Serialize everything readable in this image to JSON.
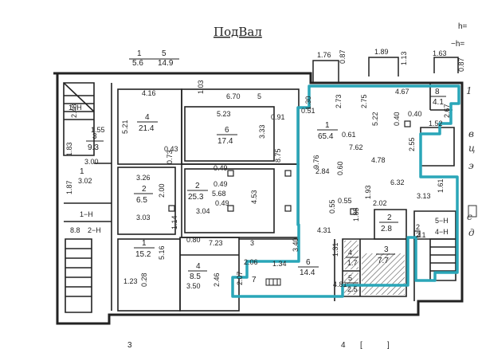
{
  "title": "ПодВал",
  "header_left": {
    "num_top": [
      "1",
      "5"
    ],
    "num_bottom": [
      "5.6",
      "14.9"
    ]
  },
  "header_right": [
    "h=",
    "−h="
  ],
  "top_dims": [
    "1.76",
    "0.87",
    "1.89",
    "1.13",
    "1.63",
    "0.87"
  ],
  "rooms": [
    {
      "id": "r1",
      "num": "1",
      "area": "65.4"
    },
    {
      "id": "r4a",
      "num": "4",
      "area": "21.4"
    },
    {
      "id": "r6a",
      "num": "6",
      "area": "17.4"
    },
    {
      "id": "r2a",
      "num": "2",
      "area": "25.3"
    },
    {
      "id": "r3l",
      "num": "3",
      "area": "9.3"
    },
    {
      "id": "r2b",
      "num": "2",
      "area": "6.5"
    },
    {
      "id": "r1b",
      "num": "1",
      "area": "15.2"
    },
    {
      "id": "r4b",
      "num": "4",
      "area": "8.5"
    },
    {
      "id": "r6b",
      "num": "6",
      "area": "14.4"
    },
    {
      "id": "r3b",
      "num": "3",
      "area": "7.7"
    },
    {
      "id": "r2c",
      "num": "2",
      "area": "2.8"
    },
    {
      "id": "r2d",
      "num": "2",
      "area": "2.1"
    },
    {
      "id": "r4c",
      "num": "4",
      "area": "1.7"
    },
    {
      "id": "r5c",
      "num": "5",
      "area": "2.5"
    },
    {
      "id": "r7",
      "num": "7",
      "area": ""
    },
    {
      "id": "r8",
      "num": "8",
      "area": "4.1"
    },
    {
      "id": "r1l",
      "num": "1",
      "area": ""
    }
  ],
  "dims": {
    "d416": "4.16",
    "d103": "1.03",
    "d670": "6.70",
    "d5": "5",
    "d521": "5.21",
    "d523": "5.23",
    "d333": "3.33",
    "d091": "0.91",
    "d043": "0.43",
    "d073": "0.73",
    "d049a": "0.49",
    "d049b": "0.49",
    "d049c": "0.49",
    "d568": "5.68",
    "d304": "3.04",
    "d453": "4.53",
    "d875": "8.75",
    "d326": "3.26",
    "d200": "2.00",
    "d303": "3.03",
    "d516": "5.16",
    "d080": "0.80",
    "d723": "7.23",
    "d3": "3",
    "d028": "0.28",
    "d123": "1.23",
    "d350": "3.50",
    "d246": "2.46",
    "d114": "1.14",
    "d130": "1.30",
    "d273": "2.73",
    "d275": "2.75",
    "d522": "5.22",
    "d040a": "0.40",
    "d040b": "0.40",
    "d467": "4.67",
    "d051": "0.51",
    "d061": "0.61",
    "d762": "7.62",
    "d255": "2.55",
    "d152": "1.52",
    "d267": "2.67",
    "d976": "9.76",
    "d284": "2.84",
    "d060": "0.60",
    "d478": "4.78",
    "d632": "6.32",
    "d055a": "0.55",
    "d055b": "0.55",
    "d193": "1.93",
    "d202": "2.02",
    "d313": "3.13",
    "d161": "1.61",
    "d185": "1.85",
    "d431": "4.31",
    "d340": "3.40",
    "d131": "1.31",
    "d206": "2.06",
    "d134": "1.34",
    "d207": "2.07",
    "d481": "4.81",
    "d248": "2.48",
    "d155": "1.55",
    "d183": "1.83",
    "d300": "3.00",
    "d187": "1.87",
    "d302": "3.02",
    "d88": "8.8",
    "d1H": "1−Н",
    "d2H": "2−Н",
    "d1Ha": "1−Н",
    "d1Hb": "1−Н",
    "d4H": "4−Н",
    "d5H": "5−Н",
    "d4Hb": "4−Н"
  },
  "bottom_text": [
    "3",
    "4",
    "[",
    "]"
  ],
  "colors": {
    "highlight": "#2aa6b8",
    "line": "#222222",
    "hatch": "#555555"
  }
}
